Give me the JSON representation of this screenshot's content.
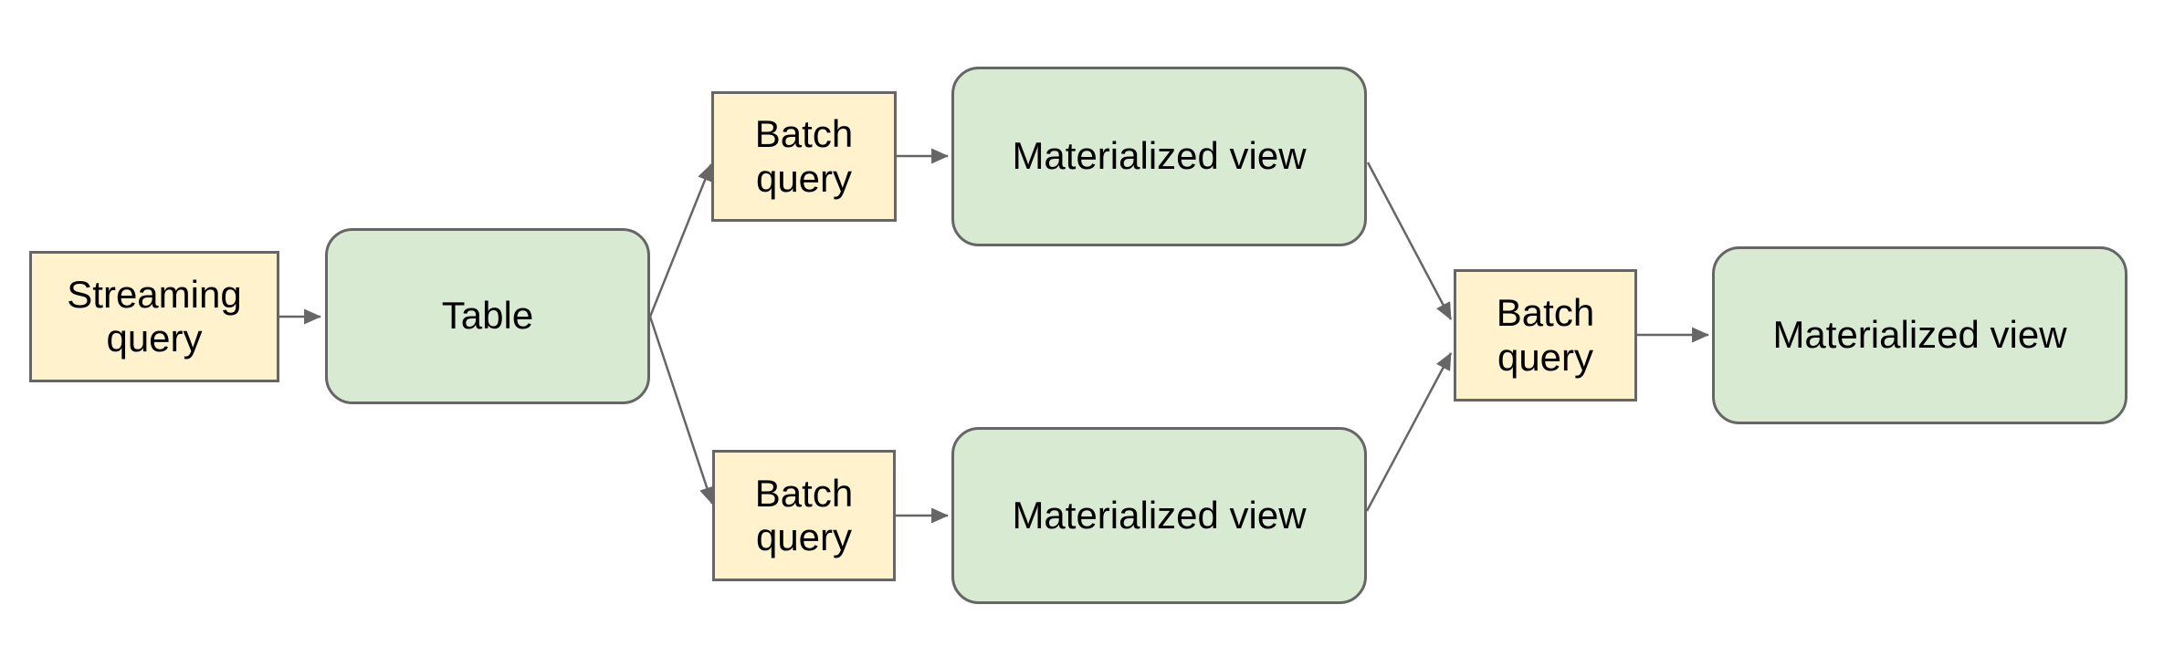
{
  "diagram": {
    "background": "#ffffff",
    "colors": {
      "query_fill": "#fff2cc",
      "view_fill": "#d9ead3",
      "border": "#666666",
      "arrow": "#666666",
      "text": "#000000"
    },
    "nodes": {
      "streaming_query": {
        "label": "Streaming query",
        "kind": "query"
      },
      "table": {
        "label": "Table",
        "kind": "view"
      },
      "batch_query_top": {
        "label": "Batch query",
        "kind": "query"
      },
      "materialized_view_top": {
        "label": "Materialized view",
        "kind": "view"
      },
      "batch_query_bottom": {
        "label": "Batch query",
        "kind": "query"
      },
      "materialized_view_bottom": {
        "label": "Materialized view",
        "kind": "view"
      },
      "batch_query_right": {
        "label": "Batch query",
        "kind": "query"
      },
      "materialized_view_final": {
        "label": "Materialized view",
        "kind": "view"
      }
    },
    "edges": [
      {
        "from": "streaming_query",
        "to": "table"
      },
      {
        "from": "table",
        "to": "batch_query_top"
      },
      {
        "from": "table",
        "to": "batch_query_bottom"
      },
      {
        "from": "batch_query_top",
        "to": "materialized_view_top"
      },
      {
        "from": "batch_query_bottom",
        "to": "materialized_view_bottom"
      },
      {
        "from": "materialized_view_top",
        "to": "batch_query_right"
      },
      {
        "from": "materialized_view_bottom",
        "to": "batch_query_right"
      },
      {
        "from": "batch_query_right",
        "to": "materialized_view_final"
      }
    ]
  }
}
